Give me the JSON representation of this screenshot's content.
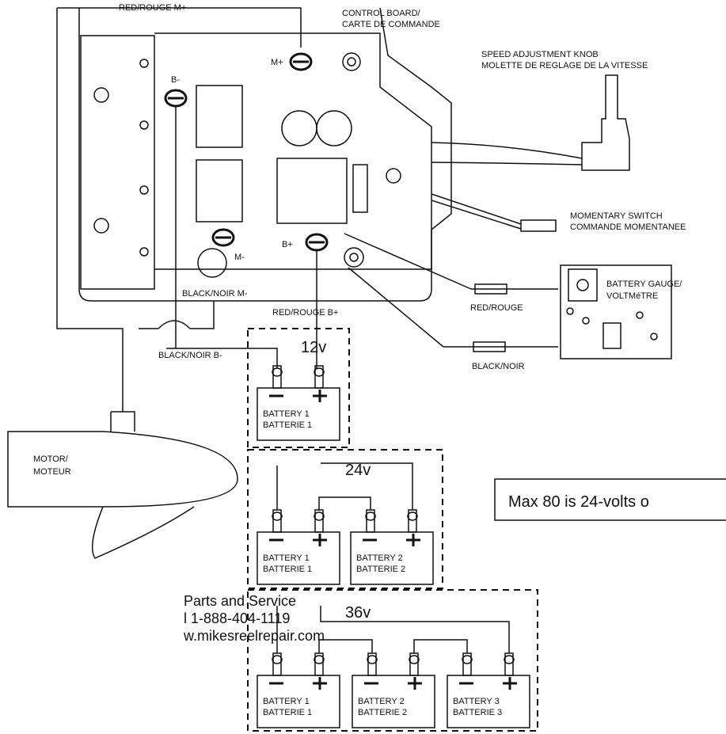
{
  "labels": {
    "red_rouge_m_plus": "RED/ROUGE M+",
    "control_board_1": "CONTROL BOARD/",
    "control_board_2": "CARTE DE COMMANDE",
    "speed_knob_1": "SPEED ADJUSTMENT  KNOB",
    "speed_knob_2": "MOLETTE DE REGLAGE DE LA VITESSE",
    "momentary_1": "MOMENTARY SWITCH",
    "momentary_2": "COMMANDE MOMENTANEE",
    "battery_gauge_1": "BATTERY GAUGE/",
    "battery_gauge_2": "VOLTMéTRE",
    "term_m_plus": "M+",
    "term_b_minus": "B-",
    "term_m_minus": "M-",
    "term_b_plus": "B+",
    "black_noir_m_minus": "BLACK/NOIR M-",
    "red_rouge_b_plus": "RED/ROUGE B+",
    "black_noir_b_minus": "BLACK/NOIR B-",
    "red_rouge": "RED/ROUGE",
    "black_noir": "BLACK/NOIR",
    "motor_1": "MOTOR/",
    "motor_2": "MOTEUR",
    "note": "Max 80 is 24-volts o"
  },
  "configs": {
    "v12": "12v",
    "v24": "24v",
    "v36": "36v"
  },
  "batteries": {
    "b1_en": "BATTERY 1",
    "b1_fr": "BATTERIE 1",
    "b2_en": "BATTERY 2",
    "b2_fr": "BATTERIE 2",
    "b3_en": "BATTERY 3",
    "b3_fr": "BATTERIE 3"
  },
  "contact": {
    "line1": "Parts and Service",
    "line2": "l 1-888-404-1119",
    "line3": "w.mikesreelrepair.com"
  }
}
